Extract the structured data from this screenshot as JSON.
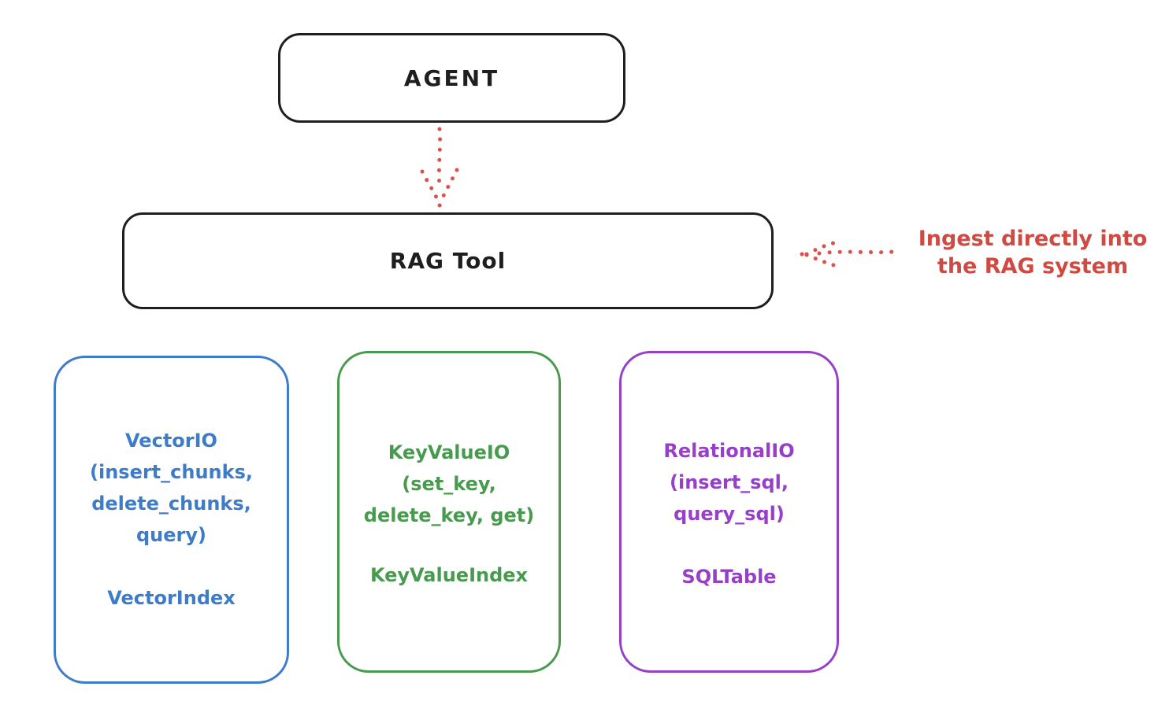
{
  "canvas": {
    "background": "#ffffff"
  },
  "agent_node": {
    "label": "AGENT"
  },
  "rag_node": {
    "label": "RAG Tool"
  },
  "annotation": {
    "line1": "Ingest directly into",
    "line2": "the RAG system",
    "color": "#cf4a42"
  },
  "arrows": {
    "agent_to_rag": {
      "style": "dotted",
      "direction": "down",
      "color": "#d9534a"
    },
    "annotation_to_rag": {
      "style": "dotted",
      "direction": "left",
      "color": "#d9534a"
    }
  },
  "backends": [
    {
      "title_lines": [
        "VectorIO",
        "(insert_chunks,",
        "delete_chunks,",
        "query)"
      ],
      "index_label": "VectorIndex",
      "color": "#3d7cc9"
    },
    {
      "title_lines": [
        "KeyValueIO",
        "(set_key,",
        "delete_key, get)"
      ],
      "index_label": "KeyValueIndex",
      "color": "#479a4e"
    },
    {
      "title_lines": [
        "RelationalIO",
        "(insert_sql,",
        "query_sql)"
      ],
      "index_label": "SQLTable",
      "color": "#9640c8"
    }
  ],
  "colors": {
    "stroke": "#1e1e1e",
    "red": "#cf4a42",
    "blue": "#3d7cc9",
    "green": "#479a4e",
    "purple": "#9640c8"
  }
}
